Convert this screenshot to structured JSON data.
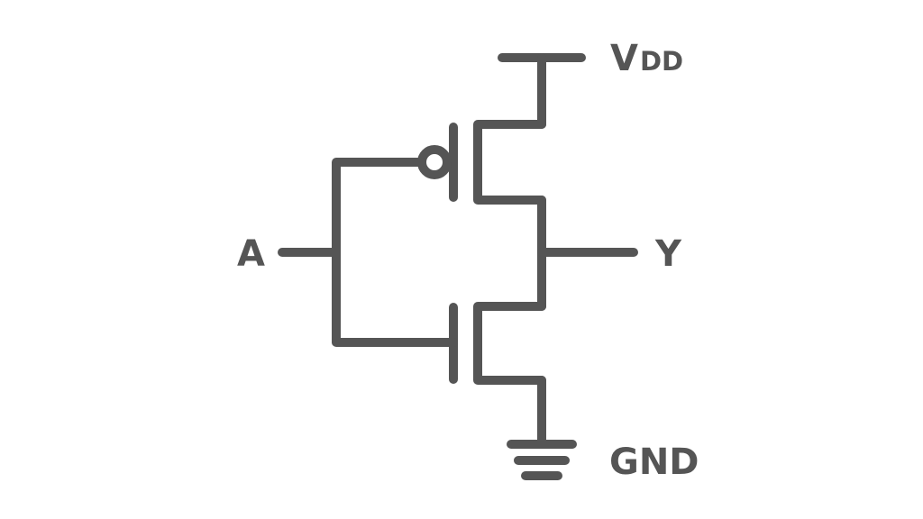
{
  "colors": {
    "background": "#ffffff",
    "ink": "#555555"
  },
  "labels": {
    "supply_main": "V",
    "supply_sub": "DD",
    "input": "A",
    "output": "Y",
    "ground": "GND"
  }
}
